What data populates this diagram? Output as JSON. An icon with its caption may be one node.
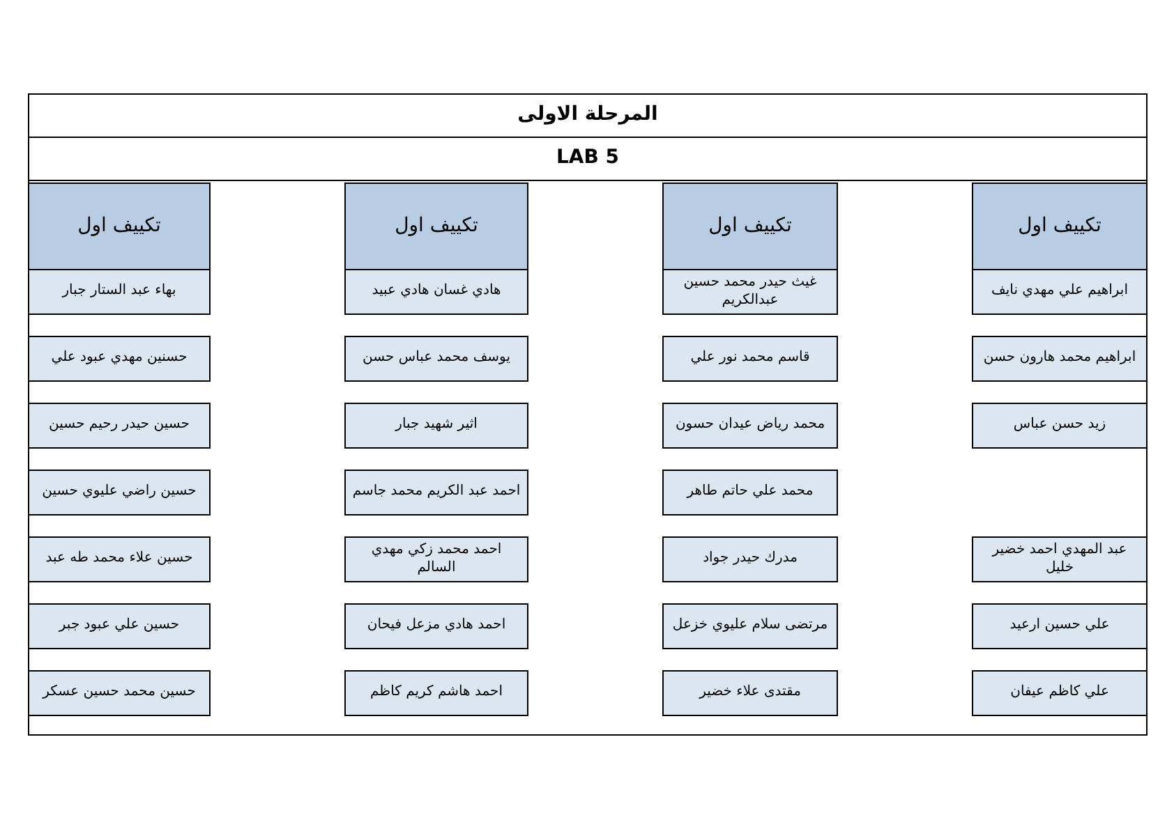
{
  "diagram": {
    "nodes": [
      {
        "text": [
          "المرحلة الاولى"
        ]
      },
      {
        "text": [
          "LAB 5"
        ]
      },
      {
        "text": [
          "تكييف اول"
        ]
      },
      {
        "text": [
          "ابراهيم علي مهدي نايف"
        ]
      },
      {
        "text": [
          "ابراهيم محمد هارون حسن"
        ]
      },
      {
        "text": [
          "زيد حسن عباس"
        ]
      },
      {
        "text": [
          "عبد المهدي احمد خضير خليل"
        ]
      },
      {
        "text": [
          "علي حسين ارعيد"
        ]
      },
      {
        "text": [
          "علي كاظم عيفان"
        ]
      },
      {
        "text": [
          "تكييف اول"
        ]
      },
      {
        "text": [
          "غيث حيدر محمد حسين عبدالكريم"
        ]
      },
      {
        "text": [
          "قاسم محمد نور علي"
        ]
      },
      {
        "text": [
          "محمد رياض عيدان حسون"
        ]
      },
      {
        "text": [
          "محمد علي حاتم طاهر"
        ]
      },
      {
        "text": [
          "مدرك حيدر جواد"
        ]
      },
      {
        "text": [
          "مرتضى سلام عليوي خزعل"
        ]
      },
      {
        "text": [
          "مقتدى علاء خضير"
        ]
      },
      {
        "text": [
          "تكييف اول"
        ]
      },
      {
        "text": [
          "هادي غسان هادي عبيد"
        ]
      },
      {
        "text": [
          "يوسف محمد عباس حسن"
        ]
      },
      {
        "text": [
          "اثير شهيد جبار"
        ]
      },
      {
        "text": [
          "احمد عبد الكريم محمد جاسم"
        ]
      },
      {
        "text": [
          "احمد محمد زكي مهدي السالم"
        ]
      },
      {
        "text": [
          "احمد هادي مزعل فيحان"
        ]
      },
      {
        "text": [
          "احمد هاشم كريم كاظم"
        ]
      },
      {
        "text": [
          "تكييف اول"
        ]
      },
      {
        "text": [
          "بهاء عبد الستار جبار"
        ]
      },
      {
        "text": [
          "حسنين مهدي عبود علي"
        ]
      },
      {
        "text": [
          "حسين حيدر رحيم حسين"
        ]
      },
      {
        "text": [
          "حسين راضي عليوي حسين"
        ]
      },
      {
        "text": [
          "حسين علاء محمد طه عبد"
        ]
      },
      {
        "text": [
          "حسين علي عبود جبر"
        ]
      },
      {
        "text": [
          "حسين محمد حسين عسكر"
        ]
      }
    ],
    "edges": []
  }
}
